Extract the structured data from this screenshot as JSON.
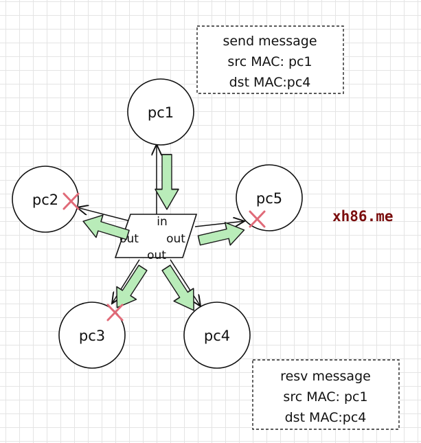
{
  "nodes": {
    "pc1": "pc1",
    "pc2": "pc2",
    "pc3": "pc3",
    "pc4": "pc4",
    "pc5": "pc5"
  },
  "switch": {
    "in_label": "in",
    "out_left": "out",
    "out_right": "out",
    "out_bottom": "out"
  },
  "send_note": {
    "line1": "send message",
    "line2": "src MAC: pc1",
    "line3": "dst MAC:pc4"
  },
  "recv_note": {
    "line1": "resv message",
    "line2": "src MAC: pc1",
    "line3": "dst MAC:pc4"
  },
  "watermark": "xh86.me",
  "colors": {
    "arrow_fill": "#b9ecb9",
    "reject_mark": "#e06a78",
    "watermark": "#7a0d0d"
  }
}
